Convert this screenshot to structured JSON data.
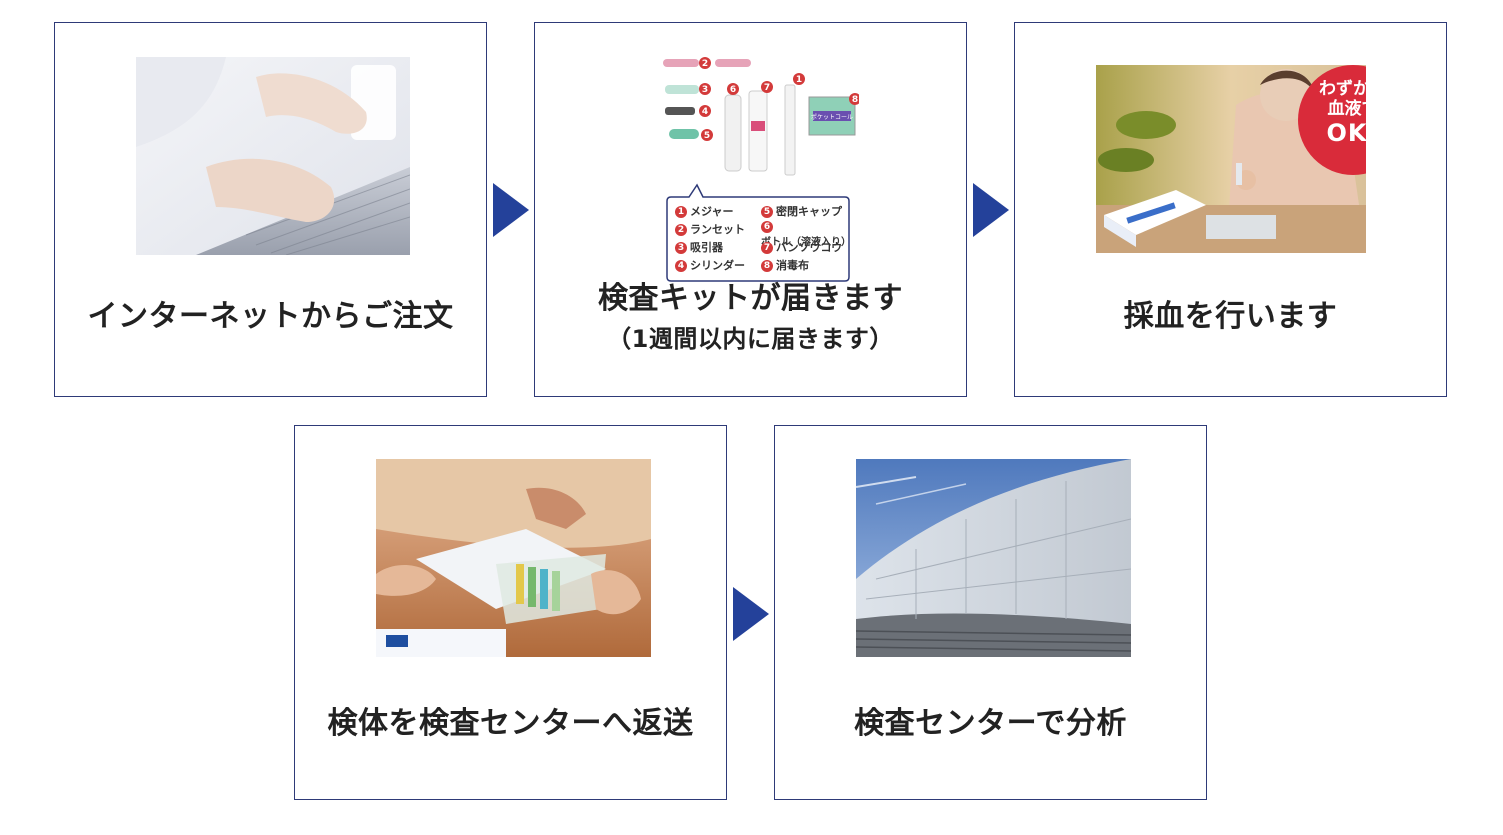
{
  "steps": [
    {
      "caption": "インターネットからご注文"
    },
    {
      "caption": "検査キットが届きます",
      "subcaption": "（1週間以内に届きます）"
    },
    {
      "caption": "採血を行います",
      "badge": [
        "わずかな",
        "血液で",
        "OK!"
      ]
    },
    {
      "caption": "検体を検査センターへ返送"
    },
    {
      "caption": "検査センターで分析"
    }
  ],
  "kit_items": [
    {
      "num": "1",
      "label": "メジャー"
    },
    {
      "num": "2",
      "label": "ランセット"
    },
    {
      "num": "3",
      "label": "吸引器"
    },
    {
      "num": "4",
      "label": "シリンダー"
    },
    {
      "num": "5",
      "label": "密閉キャップ"
    },
    {
      "num": "6",
      "label": "ボトル（溶液入り）"
    },
    {
      "num": "7",
      "label": "バンソウコウ"
    },
    {
      "num": "8",
      "label": "消毒布"
    }
  ],
  "kit_photo_numbers": [
    "1",
    "2",
    "3",
    "4",
    "5",
    "6",
    "7",
    "8"
  ],
  "kit_package_text": "ポケットコール",
  "colors": {
    "border": "#2e3a78",
    "arrow": "#24419a",
    "badge": "#d92b3a"
  },
  "icons": [
    "arrow-right-icon"
  ]
}
